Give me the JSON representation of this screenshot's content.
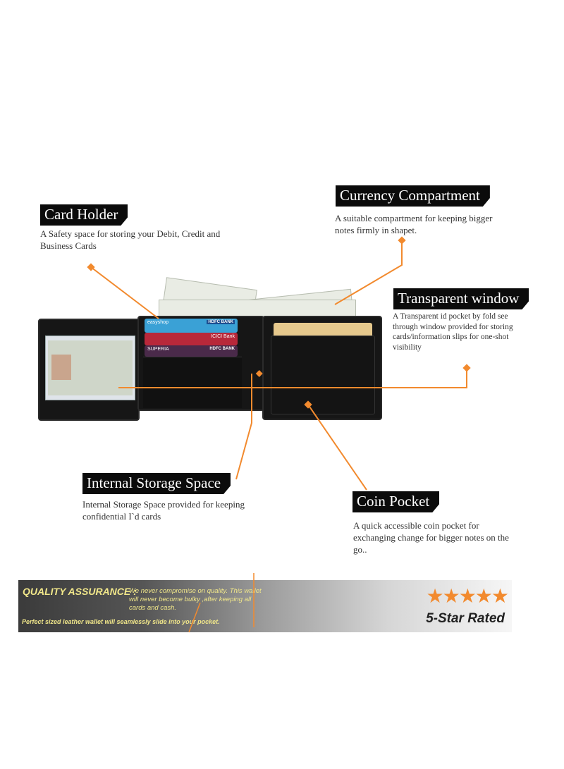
{
  "features": {
    "card_holder": {
      "title": "Card Holder",
      "description": "A Safety space for storing your Debit, Credit and Business Cards"
    },
    "currency": {
      "title": "Currency Compartment",
      "description": "A suitable compartment for keeping bigger notes firmly in shapet."
    },
    "transparent": {
      "title": "Transparent window",
      "description": "A Transparent id pocket by fold see through window provided for storing cards/information slips for one-shot visibility"
    },
    "internal": {
      "title": "Internal Storage Space",
      "description": "Internal Storage Space provided for keeping confidential I`d cards"
    },
    "coin": {
      "title": "Coin Pocket",
      "description": "A quick accessible coin pocket for exchanging change for bigger notes on the go.."
    }
  },
  "cards": [
    "easyshop",
    "HDFC BANK",
    "ICICI Bank",
    "SUPERIA",
    "HDFC BANK"
  ],
  "banner": {
    "heading": "QUALITY ASSURANCE :",
    "text": "We never compromise on quality. This wallet will never become bulky ,after keeping all cards and cash.",
    "tagline": "Perfect sized leather wallet will seamlessly slide into your pocket.",
    "stars": "★★★★★",
    "rating_label": "5-Star Rated",
    "rating": 5
  },
  "colors": {
    "accent": "#f28a2e",
    "label_bg": "#0b0b0b",
    "banner_text": "#f1e78a"
  }
}
